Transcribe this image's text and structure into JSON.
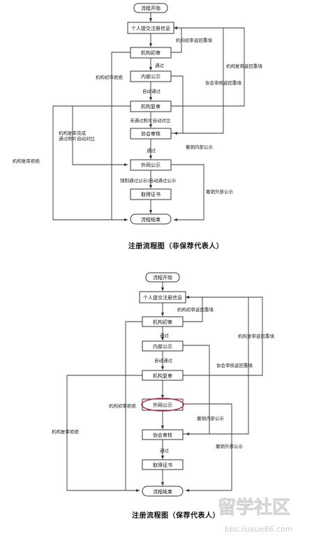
{
  "diagram1": {
    "caption": "注册流程图（非保荐代表人）",
    "nodes": {
      "start": "流程开始",
      "submit": "个人提交注册信息",
      "initial_review": "机构初审",
      "internal_notice": "内部公示",
      "re_review": "机构复审",
      "assoc_review": "协会审核",
      "public_notice": "外网公示",
      "certificate": "取得证书",
      "end": "流程结束"
    },
    "edge_labels": {
      "pass": "通过",
      "auto_pass": "自动通过",
      "photo_fail": "未通过照片自动对比",
      "pass2": "通过",
      "force_pass": "强制通过公示/自动通过公示",
      "initial_reject": "机构初审拒绝",
      "re_review_photo": "机构复审完成\n通过照片自动对比",
      "re_reject": "机构复审拒绝",
      "initial_return": "机构初审返回重填",
      "re_return": "机构复审返回重填",
      "assoc_return": "协会审核返回重填",
      "withdraw_internal": "撤销内部公示",
      "withdraw_public": "撤销外部公示"
    }
  },
  "diagram2": {
    "caption": "注册流程图（保荐代表人）",
    "nodes": {
      "start": "流程开始",
      "submit": "个人提交注册信息",
      "initial_review": "机构初审",
      "internal_notice": "内部公示",
      "re_review": "机构复审",
      "public_notice": "外网公示",
      "assoc_review": "协会审核",
      "certificate": "取得证书",
      "end": "流程结束"
    },
    "edge_labels": {
      "pass": "通过",
      "auto_pass": "自动通过",
      "pass2": "通过",
      "initial_reject": "机构初审拒绝",
      "re_reject": "机构复审拒绝",
      "initial_return": "机构初审返回重填",
      "re_return": "机构复审返回重填",
      "assoc_return": "协会审核返回重填",
      "withdraw_internal": "撤销内部公示",
      "withdraw_public": "撤销外部公示"
    }
  },
  "watermark": {
    "brand": "留学社区",
    "url": "bbs.liuxue86.com"
  }
}
